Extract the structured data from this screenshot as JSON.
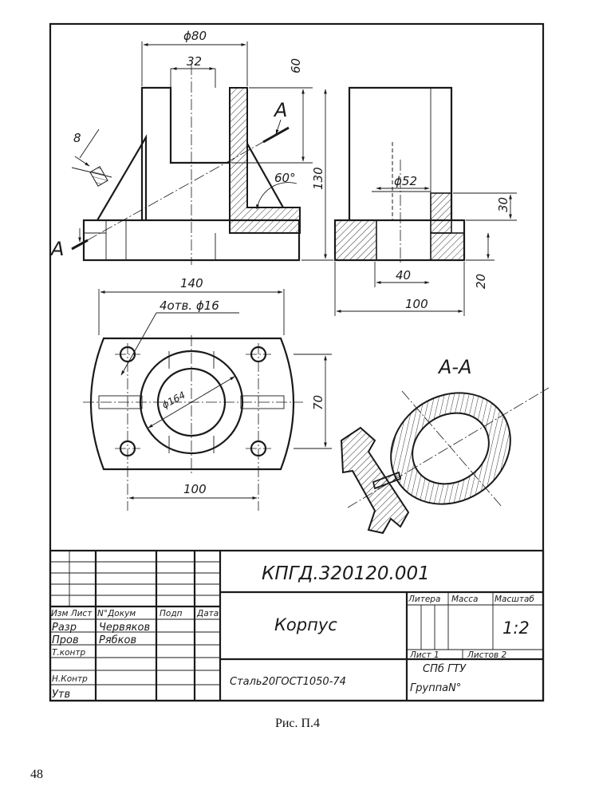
{
  "drawing": {
    "dimensions": {
      "d80": "ϕ80",
      "d32": "32",
      "d60": "60",
      "d130": "130",
      "d8": "8",
      "ang60": "60°",
      "d52": "ϕ52",
      "d30": "30",
      "d20": "20",
      "d40": "40",
      "d100_side": "100",
      "d140": "140",
      "holes": "4отв. ϕ16",
      "d164": "ϕ164",
      "d70": "70",
      "d100_plan": "100"
    },
    "section_marks": {
      "cut_top": "A",
      "cut_bottom": "A"
    },
    "section_title": "A-A"
  },
  "title_block": {
    "designation": "КПГД.320120.001",
    "part_name": "Корпус",
    "material": "Сталь20ГОСТ1050-74",
    "org_line1": "СПб ГТУ",
    "org_line2": "ГруппаN°",
    "headers": {
      "izm_list": "Изм Лист",
      "n_dokum": "N°Докум",
      "podp": "Подп",
      "data": "Дата",
      "litera": "Литера",
      "massa": "Масса",
      "masshtab": "Масштаб"
    },
    "scale": "1:2",
    "sheet": "Лист 1",
    "sheets": "Листов 2",
    "roles": {
      "razr": "Разр",
      "prov": "Пров",
      "tkontr": "Т.контр",
      "nkontr": "Н.Контр",
      "utv": "Утв"
    },
    "names": {
      "razr_name": "Червяков",
      "prov_name": "Рябков"
    }
  },
  "caption": "Рис. П.4",
  "page_number": "48"
}
